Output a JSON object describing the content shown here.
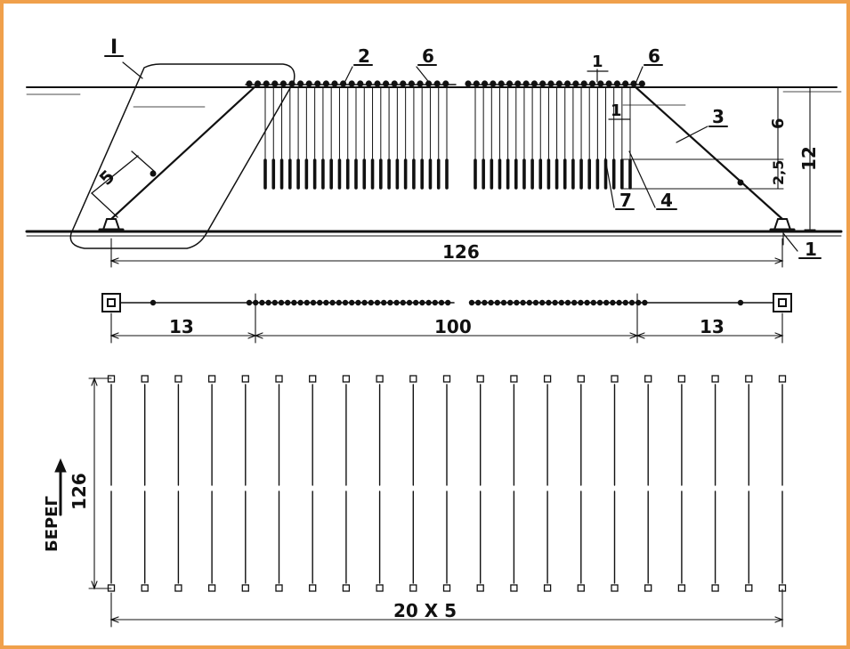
{
  "callouts": {
    "detail_marker": "I",
    "n1_top": "1",
    "n1_mid": "1",
    "n1_bottom": "1",
    "n2": "2",
    "n3": "3",
    "n4": "4",
    "n5": "5",
    "n6_left": "6",
    "n6_right": "6",
    "n7": "7"
  },
  "dimensions": {
    "depth_upper": "6",
    "depth_mid": "2,5",
    "depth_total": "12",
    "section_length": "126",
    "anchor_span_left": "13",
    "center_span": "100",
    "anchor_span_right": "13",
    "plan_length": "126",
    "plan_spacing": "20 X 5"
  },
  "plan": {
    "shore_label": "БЕРЕГ",
    "row_count": 21
  },
  "colors": {
    "frame": "#f0a04b",
    "ink": "#111111"
  }
}
